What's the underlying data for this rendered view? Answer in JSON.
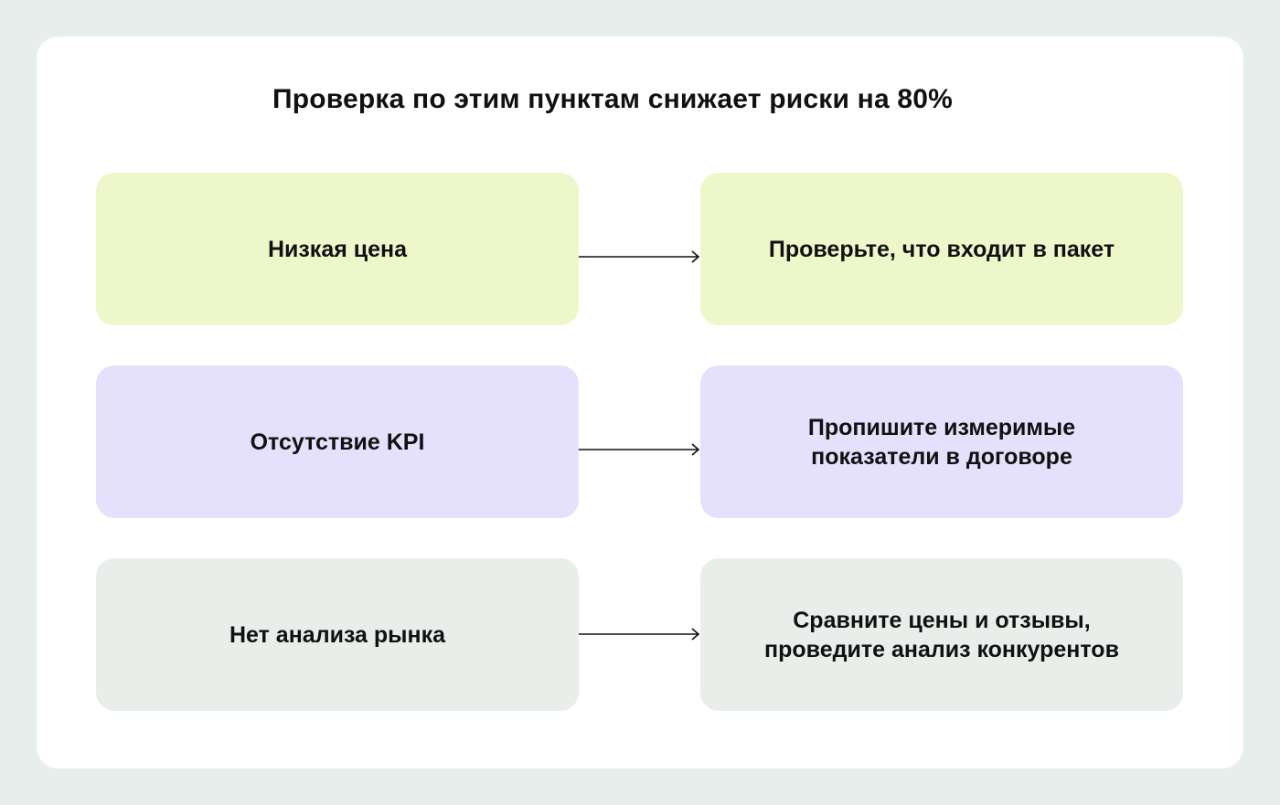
{
  "title": "Проверка по этим пунктам снижает риски на 80%",
  "rows": [
    {
      "problem": "Низкая цена",
      "solution": "Проверьте, что входит в пакет",
      "color": "#eef7c9"
    },
    {
      "problem": "Отсутствие KPI",
      "solution": "Пропишите измеримые\nпоказатели в договоре",
      "color": "#e5e0fb"
    },
    {
      "problem": "Нет анализа рынка",
      "solution": "Сравните цены и отзывы,\nпроведите анализ конкурентов",
      "color": "#e9eeea"
    }
  ],
  "arrow_icon": "arrow-right-icon",
  "colors": {
    "background": "#e8eeec",
    "card": "#ffffff",
    "text": "#111111",
    "arrow": "#111111"
  }
}
